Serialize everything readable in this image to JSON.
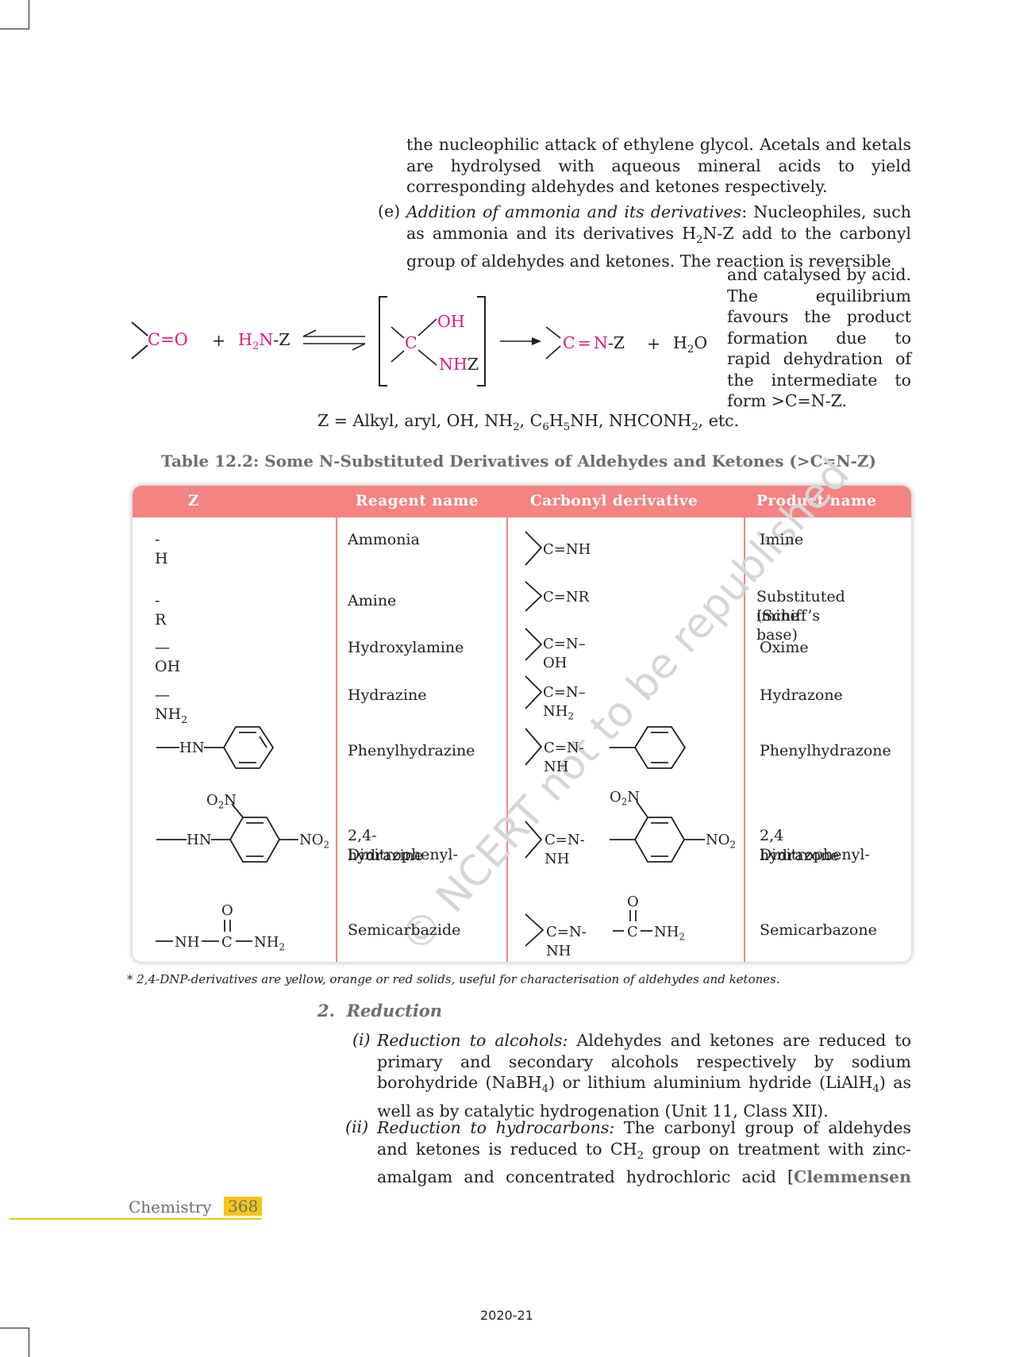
{
  "top_text": {
    "line1": "the nucleophilic attack of ethylene glycol. Acetals and ketals",
    "line2": "are hydrolysed with aqueous mineral acids to yield",
    "line3": "corresponding aldehydes and ketones respectively."
  },
  "item_e": {
    "marker": "(e)",
    "title": "Addition of ammonia and its derivatives",
    "text_a": ": Nucleophiles, such as ammonia and its derivatives H",
    "sub2": "2",
    "text_b": "N-Z add to the carbonyl group of aldehydes and ketones. The reaction is reversible",
    "side": "and catalysed by acid. The equilibrium favours the product formation due to rapid dehydration of the intermediate to form >C=N-Z."
  },
  "reaction": {
    "reactant_carbonyl": "C=O",
    "plus": "+",
    "h2nz_h": "H",
    "h2nz_2": "2",
    "h2nz_n": "N",
    "h2nz_z": "-Z",
    "oh": "OH",
    "nh": "NH",
    "z": "Z",
    "c": "C",
    "product_c": "C",
    "product_eq": "=",
    "product_n": "N",
    "product_z": "-Z",
    "water_h": "H",
    "water_2": "2",
    "water_o": "O"
  },
  "z_line": {
    "text1": "Z = Alkyl, aryl, OH, NH",
    "s1": "2",
    "text2": ", C",
    "s2": "6",
    "text3": "H",
    "s3": "5",
    "text4": "NH, NHCONH",
    "s4": "2",
    "text5": ", etc."
  },
  "table": {
    "caption": "Table 12.2: Some N-Substituted Derivatives of Aldehydes and Ketones (>C=N-Z)",
    "headers": [
      "Z",
      "Reagent  name",
      "Carbonyl  derivative",
      "Product  name"
    ],
    "rows": [
      {
        "z": "-H",
        "reagent": "Ammonia",
        "derivative": "C=NH",
        "product": "Imine"
      },
      {
        "z": "-R",
        "reagent": "Amine",
        "derivative": "C=NR",
        "product": "Substituted imine",
        "product2": "(Schiff’s base)"
      },
      {
        "z": "—OH",
        "reagent": "Hydroxylamine",
        "derivative": "C=N–OH",
        "product": "Oxime"
      },
      {
        "z": "—NH",
        "z_sub": "2",
        "reagent": "Hydrazine",
        "derivative": "C=N–NH",
        "derivative_sub": "2",
        "product": "Hydrazone"
      },
      {
        "z": "HN",
        "reagent": "Phenylhydrazine",
        "derivative": "C=N-NH",
        "product": "Phenylhydrazone"
      },
      {
        "z": "HN",
        "z_o2n": "O",
        "z_o2n_sub": "2",
        "z_o2n_n": "N",
        "z_no2": "NO",
        "z_no2_sub": "2",
        "reagent": "2,4-Dinitrophenyl-",
        "reagent2": "hydrazine",
        "derivative": "C=N-NH",
        "product": "2,4 Dinitrophenyl-",
        "product2": "hydrazone"
      },
      {
        "z_nh": "NH",
        "z_c": "C",
        "z_o": "O",
        "z_nh2": "NH",
        "z_nh2_sub": "2",
        "reagent": "Semicarbazide",
        "derivative": "C=N-NH",
        "derivative_c": "C",
        "derivative_nh2": "NH",
        "derivative_o": "O",
        "product": "Semicarbazone"
      }
    ],
    "watermark": "© NCERT not to be republished"
  },
  "footnote": "* 2,4-DNP-derivatives are yellow, orange or red solids, useful for characterisation of aldehydes and ketones.",
  "section": {
    "number": "2.",
    "title": "Reduction"
  },
  "item_i": {
    "marker": "(i)",
    "title": "Reduction to alcohols:",
    "text_a": " Aldehydes and ketones are reduced to primary and secondary alcohols respectively by sodium borohydride (NaBH",
    "s1": "4",
    "text_b": ") or lithium aluminium hydride (LiAlH",
    "s2": "4",
    "text_c": ") as well as by catalytic hydrogenation (Unit 11, Class XII)."
  },
  "item_ii": {
    "marker": "(ii)",
    "title": "Reduction to hydrocarbons:",
    "text_a": " The carbonyl group of aldehydes and ketones is reduced to CH",
    "s1": "2",
    "text_b": " group on treatment with zinc-amalgam and concentrated hydrochloric acid [",
    "bold_tail": "Clemmensen"
  },
  "footer": {
    "subject": "Chemistry",
    "page": "368",
    "year": "2020-21"
  }
}
